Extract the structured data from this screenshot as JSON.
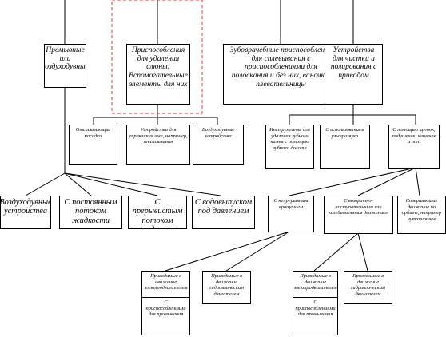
{
  "diagram": {
    "nodes": {
      "washing": "Промывные или воздуходувные",
      "saliva": "Приспособления для удаления слюны; Вспомогательные элементы для них",
      "spittoons": "Зубоврачебные приспособления для сплевывания с приспособлениями для полоскания и без них, ваночки, плевательницы",
      "cleaning": "Устройства для чистки и полирования с приводом",
      "suction_nozzles": "Отсасывающие насадки",
      "saliva_control": "Устройства для управления ими, например, отсасывания",
      "air_blowers": "Воздуходувные устройства",
      "tooth_tools": "Инструменты для удаления зубного камня с помощью зубного долота",
      "ultrasound": "С использованием ультразвука",
      "brushes": "С помощью щеток, подушечек, чашечек и т.п.",
      "air_blow_devices": "Воздуходувные устройства",
      "constant_flow": "С постоянным потоком жидкости",
      "interrupted_flow": "С прерывистым потоком жидкости",
      "pressure_outlet": "С водовыпуском под давлением",
      "continuous_rotation": "С непрерывным вращением",
      "reciprocating": "С возвратно-поступательным или колебательным движением",
      "orbital": "Совершающие движение по орбите, например нутационное",
      "electric_drive_1": "Приводимые в движение электродвигателем",
      "hydraulic_drive_1": "Приводимые в движение гидравлическим двигателем",
      "electric_drive_2": "Приводимые в движение электродвигателем",
      "hydraulic_drive_2": "Приводимые в движение гидравлическим двигателем",
      "rinsing_1": "С приспособлениями для промывания",
      "rinsing_2": "С приспособлениями для промывания"
    },
    "edge_color": "#000000",
    "highlight_color": "#e53935"
  }
}
